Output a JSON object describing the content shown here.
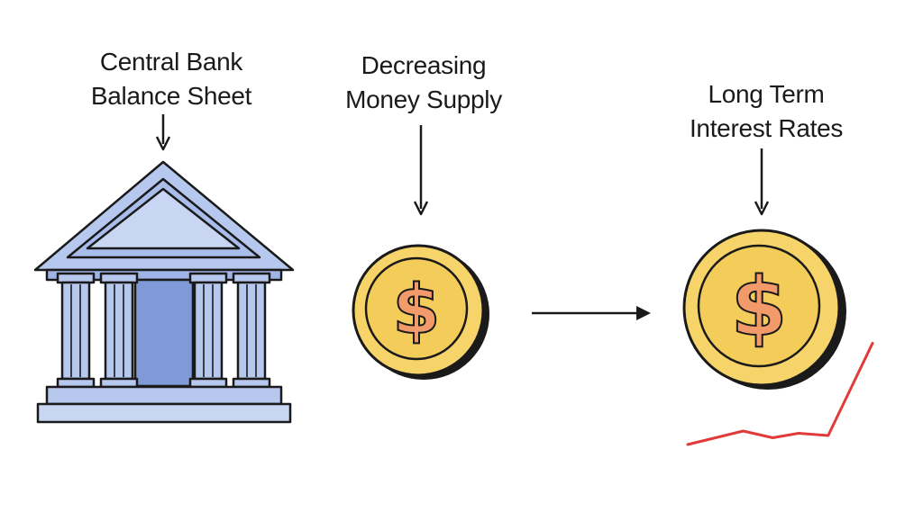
{
  "labels": {
    "bank": [
      "Central Bank",
      "Balance Sheet"
    ],
    "money": [
      "Decreasing",
      "Money Supply"
    ],
    "rates": [
      "Long Term",
      "Interest Rates"
    ]
  },
  "icons": {
    "bank": "bank-building-icon",
    "coin_left": "dollar-coin-icon",
    "coin_right": "dollar-coin-icon",
    "trend": "rising-trend-line-icon"
  },
  "coin_symbol": "$",
  "colors": {
    "bank_fill": "#b7c8ee",
    "bank_dark": "#7f9ad6",
    "coin_outer": "#f6d469",
    "coin_inner": "#f3cc5a",
    "coin_symbol": "#f29a6a",
    "trend_line": "#e03a3a",
    "text": "#1a1a1a"
  },
  "trend_values": [
    0,
    0.6,
    0.3,
    0.5,
    0.4,
    4.5
  ]
}
